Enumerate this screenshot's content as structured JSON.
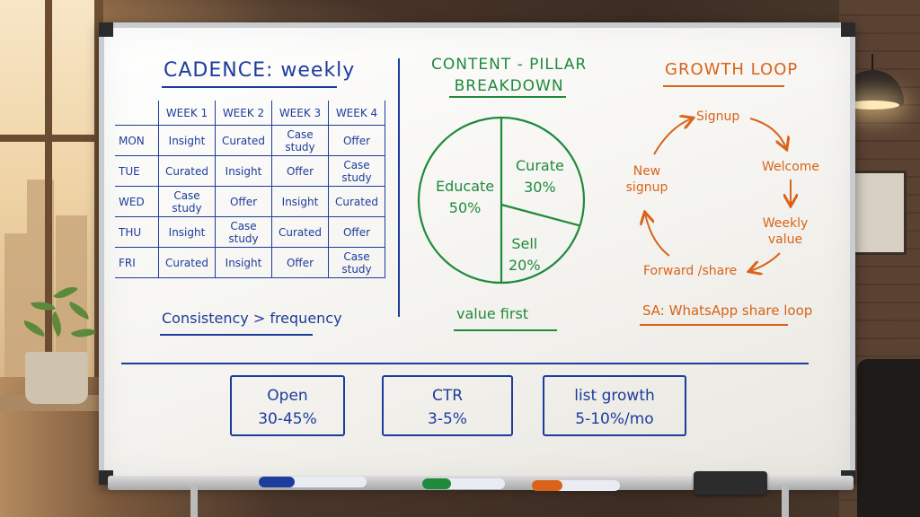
{
  "cadence": {
    "title": "CADENCE: weekly",
    "columns": [
      "WEEK 1",
      "WEEK 2",
      "WEEK 3",
      "WEEK 4"
    ],
    "rows": [
      {
        "day": "MON",
        "cells": [
          "Insight",
          "Curated",
          "Case study",
          "Offer"
        ]
      },
      {
        "day": "TUE",
        "cells": [
          "Curated",
          "Insight",
          "Offer",
          "Case study"
        ]
      },
      {
        "day": "WED",
        "cells": [
          "Case study",
          "Offer",
          "Insight",
          "Curated"
        ]
      },
      {
        "day": "THU",
        "cells": [
          "Insight",
          "Case study",
          "Curated",
          "Offer"
        ]
      },
      {
        "day": "FRI",
        "cells": [
          "Curated",
          "Insight",
          "Offer",
          "Case study"
        ]
      }
    ],
    "note": "Consistency > frequency"
  },
  "pillars": {
    "title_line1": "CONTENT - PILLAR",
    "title_line2": "BREAKDOWN",
    "slices": [
      {
        "name": "Educate",
        "label": "50%",
        "value": 50
      },
      {
        "name": "Curate",
        "label": "30%",
        "value": 30
      },
      {
        "name": "Sell",
        "label": "20%",
        "value": 20
      }
    ],
    "note": "value first"
  },
  "growth_loop": {
    "title": "GROWTH LOOP",
    "nodes": [
      "Signup",
      "Welcome",
      "Weekly value",
      "Forward /share",
      "New signup"
    ],
    "note": "SA: WhatsApp share loop"
  },
  "metrics": [
    {
      "label": "Open",
      "value": "30-45%"
    },
    {
      "label": "CTR",
      "value": "3-5%"
    },
    {
      "label": "list growth",
      "value": "5-10%/mo"
    }
  ],
  "colors": {
    "blue_marker": "#1d3c9c",
    "green_marker": "#1f8a3c",
    "orange_marker": "#d9631a"
  }
}
